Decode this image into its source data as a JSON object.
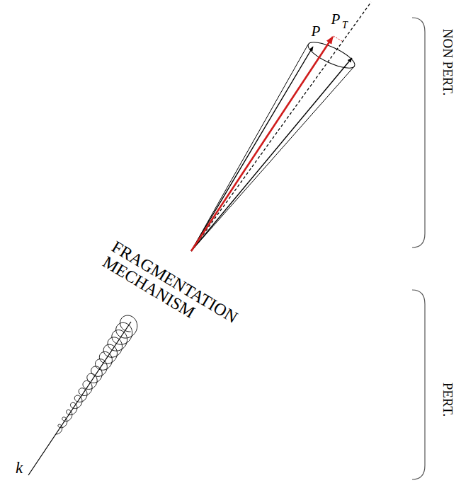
{
  "diagram": {
    "labels": [
      "P",
      "T",
      "P",
      "NON PERT.",
      "FRAGMENTATION MECHANISM",
      "PERT.",
      "k"
    ]
  }
}
